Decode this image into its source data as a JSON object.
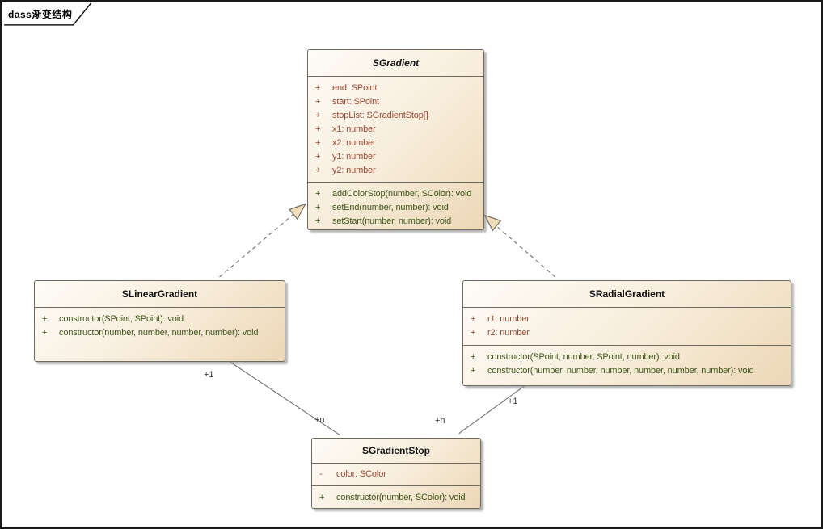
{
  "diagram": {
    "tab_title": "dass渐变结构",
    "type_label": "UML class diagram"
  },
  "colors": {
    "frame_border": "#1a1a1a",
    "box_border": "#6d6a60",
    "box_fill_top": "#fefcf8",
    "box_fill_bottom": "#ecd7b6",
    "attribute_text": "#9a4a38",
    "method_text": "#3e551c",
    "connector_line": "#7a7a7a",
    "arrowhead_fill": "#efddb9",
    "shadow": "#919191"
  },
  "classes": {
    "sgradient": {
      "name": "SGradient",
      "abstract": true,
      "attributes": [
        {
          "vis": "+",
          "sig": "end: SPoint"
        },
        {
          "vis": "+",
          "sig": "start: SPoint"
        },
        {
          "vis": "+",
          "sig": "stopList: SGradientStop[]"
        },
        {
          "vis": "+",
          "sig": "x1: number"
        },
        {
          "vis": "+",
          "sig": "x2: number"
        },
        {
          "vis": "+",
          "sig": "y1: number"
        },
        {
          "vis": "+",
          "sig": "y2: number"
        }
      ],
      "methods": [
        {
          "vis": "+",
          "sig": "addColorStop(number, SColor): void"
        },
        {
          "vis": "+",
          "sig": "setEnd(number, number): void"
        },
        {
          "vis": "+",
          "sig": "setStart(number, number): void"
        }
      ]
    },
    "slineargradient": {
      "name": "SLinearGradient",
      "abstract": false,
      "methods": [
        {
          "vis": "+",
          "sig": "constructor(SPoint, SPoint): void"
        },
        {
          "vis": "+",
          "sig": "constructor(number, number, number, number): void"
        }
      ]
    },
    "sradialgradient": {
      "name": "SRadialGradient",
      "abstract": false,
      "attributes": [
        {
          "vis": "+",
          "sig": "r1: number"
        },
        {
          "vis": "+",
          "sig": "r2: number"
        }
      ],
      "methods": [
        {
          "vis": "+",
          "sig": "constructor(SPoint, number, SPoint, number): void"
        },
        {
          "vis": "+",
          "sig": "constructor(number, number, number, number, number, number): void"
        }
      ]
    },
    "sgradientstop": {
      "name": "SGradientStop",
      "abstract": false,
      "attributes": [
        {
          "vis": "-",
          "sig": "color: SColor"
        }
      ],
      "methods": [
        {
          "vis": "+",
          "sig": "constructor(number, SColor): void"
        }
      ]
    }
  },
  "relationships": {
    "linear_realizes_gradient": {
      "type": "realization",
      "style": "dashed-hollow-triangle"
    },
    "radial_realizes_gradient": {
      "type": "realization",
      "style": "dashed-hollow-triangle"
    },
    "linear_stop_association": {
      "source_label": "+1",
      "target_label": "+n"
    },
    "radial_stop_association": {
      "source_label": "+1",
      "target_label": "+n"
    }
  }
}
